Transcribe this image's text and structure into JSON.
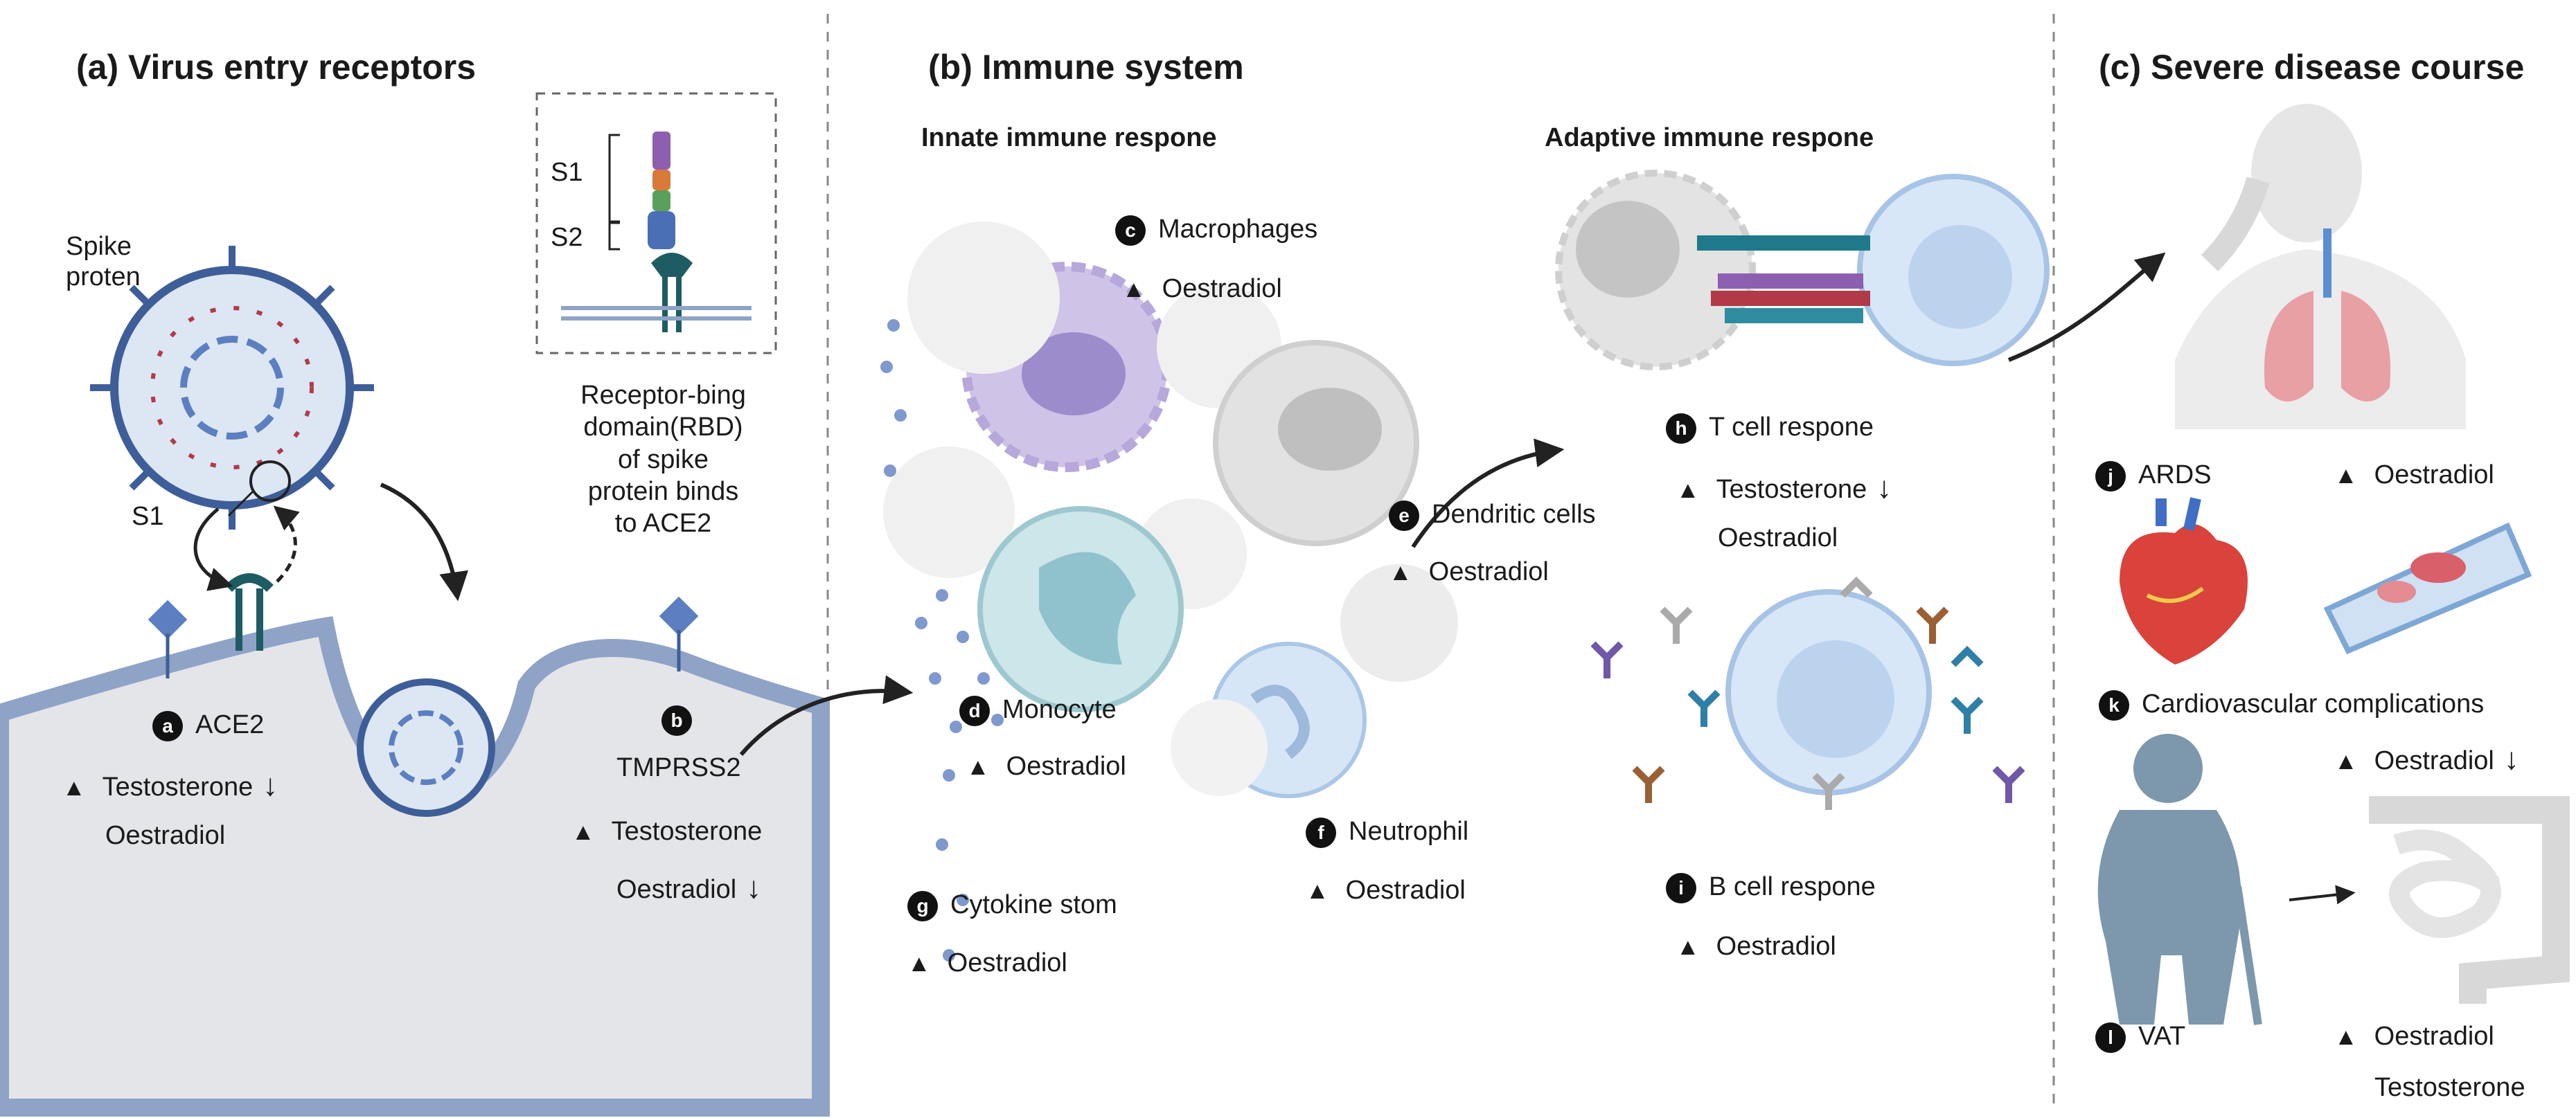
{
  "panels": {
    "a": {
      "title": "(a)  Virus entry receptors"
    },
    "b": {
      "title": "(b) Immune system",
      "innate": "Innate immune respone",
      "adaptive": "Adaptive immune respone"
    },
    "c": {
      "title": "(c) Severe disease course"
    }
  },
  "virus": {
    "spike_label": "Spike\nproten",
    "s1": "S1",
    "inset_s1": "S1",
    "inset_s2": "S2",
    "rbd_caption": "Receptor-bing\ndomain(RBD)\nof spike\nprotein binds\nto ACE2"
  },
  "items": [
    {
      "badge": "a",
      "name": "ACE2",
      "effects": [
        {
          "marker": "▲",
          "text": "Testosterone",
          "arrow": "↓"
        },
        {
          "marker": "",
          "text": "Oestradiol",
          "arrow": ""
        }
      ]
    },
    {
      "badge": "b",
      "name": "TMPRSS2",
      "effects": [
        {
          "marker": "▲",
          "text": "Testosterone",
          "arrow": ""
        },
        {
          "marker": "",
          "text": "Oestradiol",
          "arrow": "↓"
        }
      ]
    },
    {
      "badge": "c",
      "name": "Macrophages",
      "effects": [
        {
          "marker": "▲",
          "text": "Oestradiol",
          "arrow": ""
        }
      ]
    },
    {
      "badge": "d",
      "name": "Monocyte",
      "effects": [
        {
          "marker": "▲",
          "text": "Oestradiol",
          "arrow": ""
        }
      ]
    },
    {
      "badge": "e",
      "name": "Dendritic cells",
      "effects": [
        {
          "marker": "▲",
          "text": "Oestradiol",
          "arrow": ""
        }
      ]
    },
    {
      "badge": "f",
      "name": "Neutrophil",
      "effects": [
        {
          "marker": "▲",
          "text": "Oestradiol",
          "arrow": ""
        }
      ]
    },
    {
      "badge": "g",
      "name": "Cytokine stom",
      "effects": [
        {
          "marker": "▲",
          "text": "Oestradiol",
          "arrow": ""
        }
      ]
    },
    {
      "badge": "h",
      "name": "T cell respone",
      "effects": [
        {
          "marker": "▲",
          "text": "Testosterone",
          "arrow": "↓"
        },
        {
          "marker": "",
          "text": "Oestradiol",
          "arrow": ""
        }
      ]
    },
    {
      "badge": "i",
      "name": "B cell respone",
      "effects": [
        {
          "marker": "▲",
          "text": "Oestradiol",
          "arrow": ""
        }
      ]
    },
    {
      "badge": "j",
      "name": "ARDS",
      "effects": [
        {
          "marker": "▲",
          "text": "Oestradiol",
          "arrow": ""
        }
      ]
    },
    {
      "badge": "k",
      "name": "Cardiovascular complications",
      "effects": [
        {
          "marker": "▲",
          "text": "Oestradiol",
          "arrow": "↓"
        }
      ]
    },
    {
      "badge": "l",
      "name": "VAT",
      "effects": [
        {
          "marker": "▲",
          "text": "Oestradiol",
          "arrow": ""
        },
        {
          "marker": "",
          "text": "Testosterone",
          "arrow": ""
        }
      ]
    }
  ],
  "colors": {
    "membrane": "#8fa3c7",
    "cell_bg": "#e4e5e9",
    "virus": "#3e5e99",
    "spike_red": "#b03a48",
    "macrophage": "#b7a7da",
    "monocyte": "#bfe0e6",
    "neutrophil": "#cfe0f2",
    "divider": "#888888"
  }
}
